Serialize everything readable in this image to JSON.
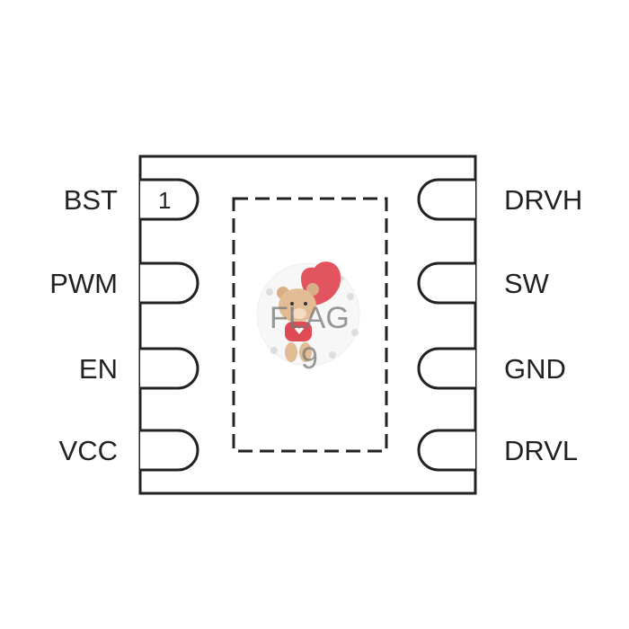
{
  "diagram": {
    "pin1_marker": "1",
    "left_pins": [
      "BST",
      "PWM",
      "EN",
      "VCC"
    ],
    "right_pins": [
      "DRVH",
      "SW",
      "GND",
      "DRVL"
    ],
    "center_label": "FLAG",
    "center_sublabel": "9"
  }
}
